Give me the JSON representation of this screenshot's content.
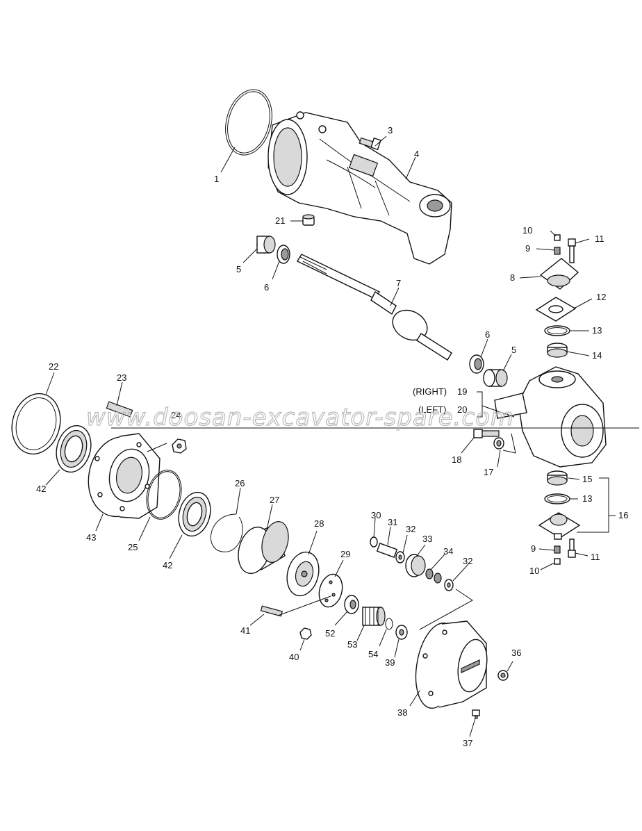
{
  "watermark": "www.doosan-excavator-spare.com",
  "side_labels": {
    "right": "(RIGHT)",
    "left": "(LEFT)"
  },
  "callouts": [
    {
      "id": "c1",
      "text": "1"
    },
    {
      "id": "c3",
      "text": "3"
    },
    {
      "id": "c4",
      "text": "4"
    },
    {
      "id": "c21",
      "text": "21"
    },
    {
      "id": "c5a",
      "text": "5"
    },
    {
      "id": "c6a",
      "text": "6"
    },
    {
      "id": "c7",
      "text": "7"
    },
    {
      "id": "c6b",
      "text": "6"
    },
    {
      "id": "c5b",
      "text": "5"
    },
    {
      "id": "c10a",
      "text": "10"
    },
    {
      "id": "c11a",
      "text": "11"
    },
    {
      "id": "c9a",
      "text": "9"
    },
    {
      "id": "c8",
      "text": "8"
    },
    {
      "id": "c12",
      "text": "12"
    },
    {
      "id": "c13a",
      "text": "13"
    },
    {
      "id": "c14",
      "text": "14"
    },
    {
      "id": "c19",
      "text": "19"
    },
    {
      "id": "c20",
      "text": "20"
    },
    {
      "id": "c18",
      "text": "18"
    },
    {
      "id": "c17",
      "text": "17"
    },
    {
      "id": "c15",
      "text": "15"
    },
    {
      "id": "c13b",
      "text": "13"
    },
    {
      "id": "c16",
      "text": "16"
    },
    {
      "id": "c9b",
      "text": "9"
    },
    {
      "id": "c11b",
      "text": "11"
    },
    {
      "id": "c10b",
      "text": "10"
    },
    {
      "id": "c22",
      "text": "22"
    },
    {
      "id": "c23",
      "text": "23"
    },
    {
      "id": "c24",
      "text": "24"
    },
    {
      "id": "c42a",
      "text": "42"
    },
    {
      "id": "c43",
      "text": "43"
    },
    {
      "id": "c25",
      "text": "25"
    },
    {
      "id": "c42b",
      "text": "42"
    },
    {
      "id": "c26",
      "text": "26"
    },
    {
      "id": "c27",
      "text": "27"
    },
    {
      "id": "c28",
      "text": "28"
    },
    {
      "id": "c29",
      "text": "29"
    },
    {
      "id": "c30",
      "text": "30"
    },
    {
      "id": "c31",
      "text": "31"
    },
    {
      "id": "c32a",
      "text": "32"
    },
    {
      "id": "c33",
      "text": "33"
    },
    {
      "id": "c34",
      "text": "34"
    },
    {
      "id": "c32b",
      "text": "32"
    },
    {
      "id": "c41",
      "text": "41"
    },
    {
      "id": "c52",
      "text": "52"
    },
    {
      "id": "c53",
      "text": "53"
    },
    {
      "id": "c54",
      "text": "54"
    },
    {
      "id": "c39",
      "text": "39"
    },
    {
      "id": "c40",
      "text": "40"
    },
    {
      "id": "c36",
      "text": "36"
    },
    {
      "id": "c38",
      "text": "38"
    },
    {
      "id": "c37",
      "text": "37"
    }
  ]
}
